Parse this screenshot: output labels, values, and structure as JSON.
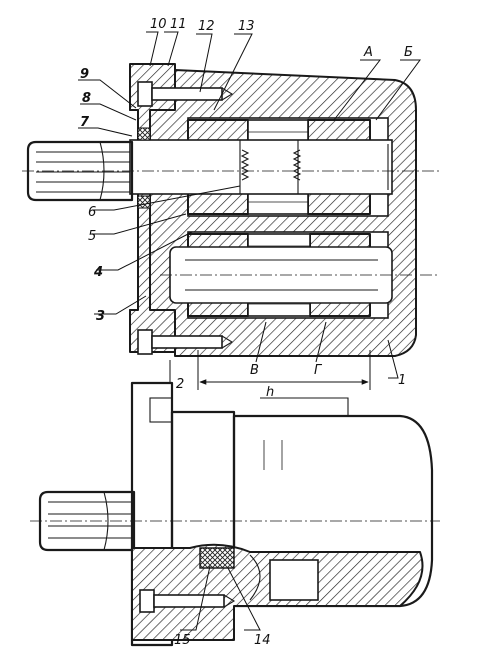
{
  "callouts": {
    "c1": "1",
    "c2": "2",
    "c3": "3",
    "c4": "4",
    "c5": "5",
    "c6": "6",
    "c7": "7",
    "c8": "8",
    "c9": "9",
    "c10": "10",
    "c11": "11",
    "c12": "12",
    "c13": "13",
    "c14": "14",
    "c15": "15",
    "cA": "А",
    "cB": "Б",
    "cV": "В",
    "cG": "Г"
  },
  "dimension": {
    "h": "h"
  }
}
